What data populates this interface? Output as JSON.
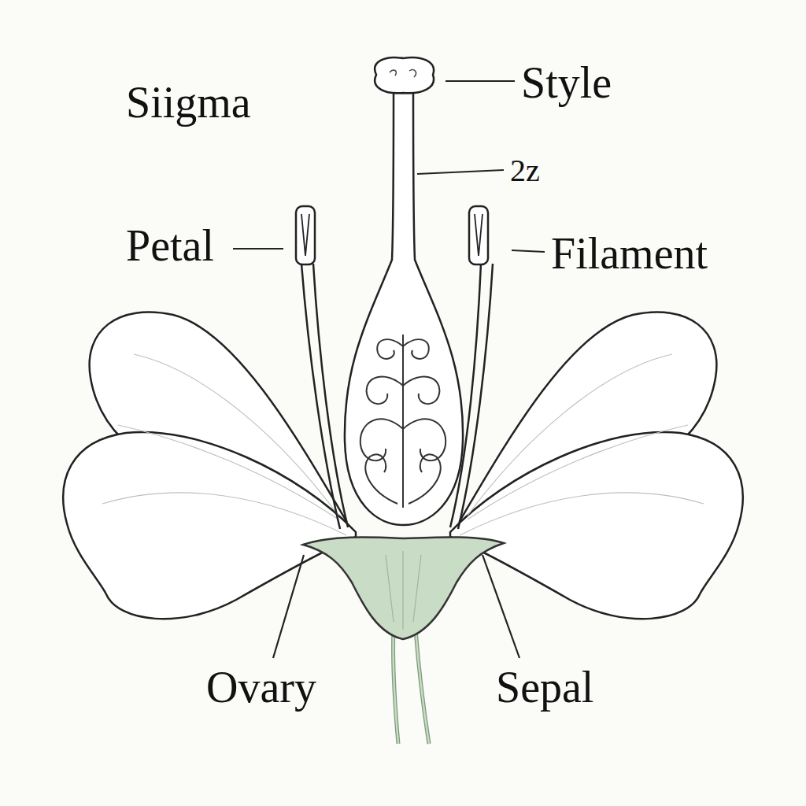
{
  "diagram": {
    "labels": [
      "Siigma",
      "Style",
      "2z",
      "Petal",
      "Filament",
      "Ovary",
      "Sepal"
    ]
  }
}
